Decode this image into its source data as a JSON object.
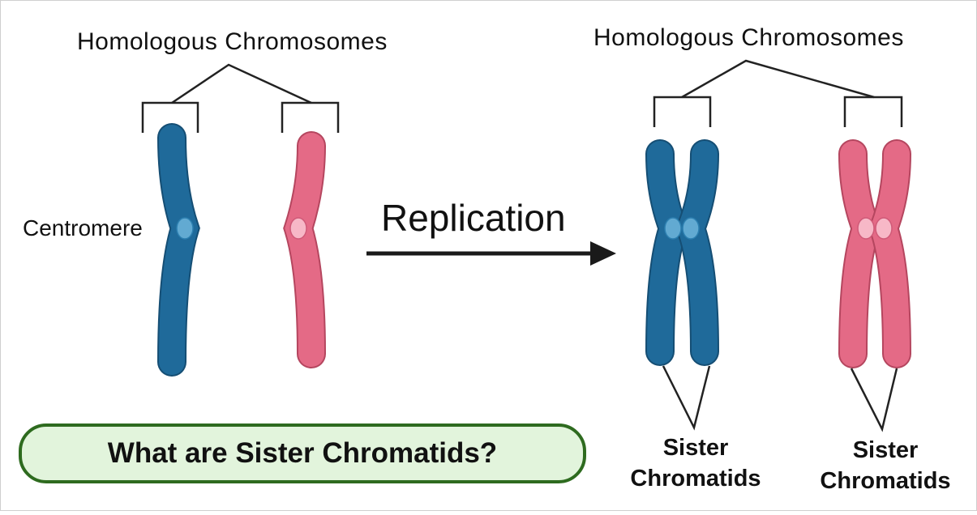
{
  "labels": {
    "homologous_left": "Homologous Chromosomes",
    "homologous_right": "Homologous Chromosomes",
    "centromere": "Centromere",
    "replication": "Replication",
    "sister_left_1": "Sister",
    "sister_left_2": "Chromatids",
    "sister_right_1": "Sister",
    "sister_right_2": "Chromatids"
  },
  "title_badge": {
    "text": "What are Sister Chromatids?"
  },
  "colors": {
    "blue_chromosome": "#1f6a9a",
    "blue_centromere": "#62aad2",
    "pink_chromosome": "#e46a86",
    "pink_centromere": "#f7b8c7",
    "badge_fill": "#e2f4dc",
    "badge_border": "#2e6b1f",
    "lines": "#222222"
  }
}
